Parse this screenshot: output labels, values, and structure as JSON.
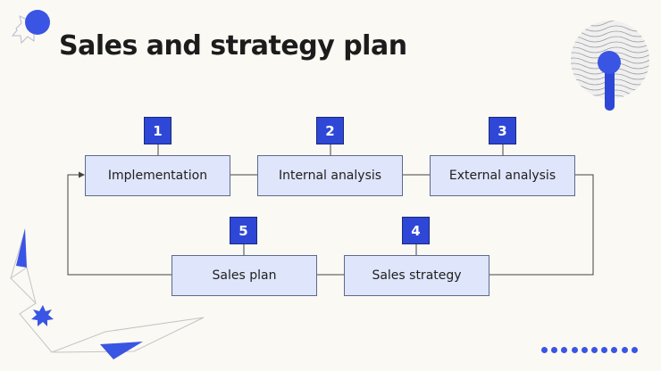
{
  "slide": {
    "title": "Sales and strategy plan"
  },
  "diagram": {
    "steps": [
      {
        "number": "1",
        "label": "Implementation"
      },
      {
        "number": "2",
        "label": "Internal analysis"
      },
      {
        "number": "3",
        "label": "External analysis"
      },
      {
        "number": "4",
        "label": "Sales strategy"
      },
      {
        "number": "5",
        "label": "Sales plan"
      }
    ]
  },
  "colors": {
    "accent": "#2e47d6",
    "box_fill": "#dfe5fb",
    "box_border": "#5d6a8e",
    "background": "#fbf9f4"
  }
}
